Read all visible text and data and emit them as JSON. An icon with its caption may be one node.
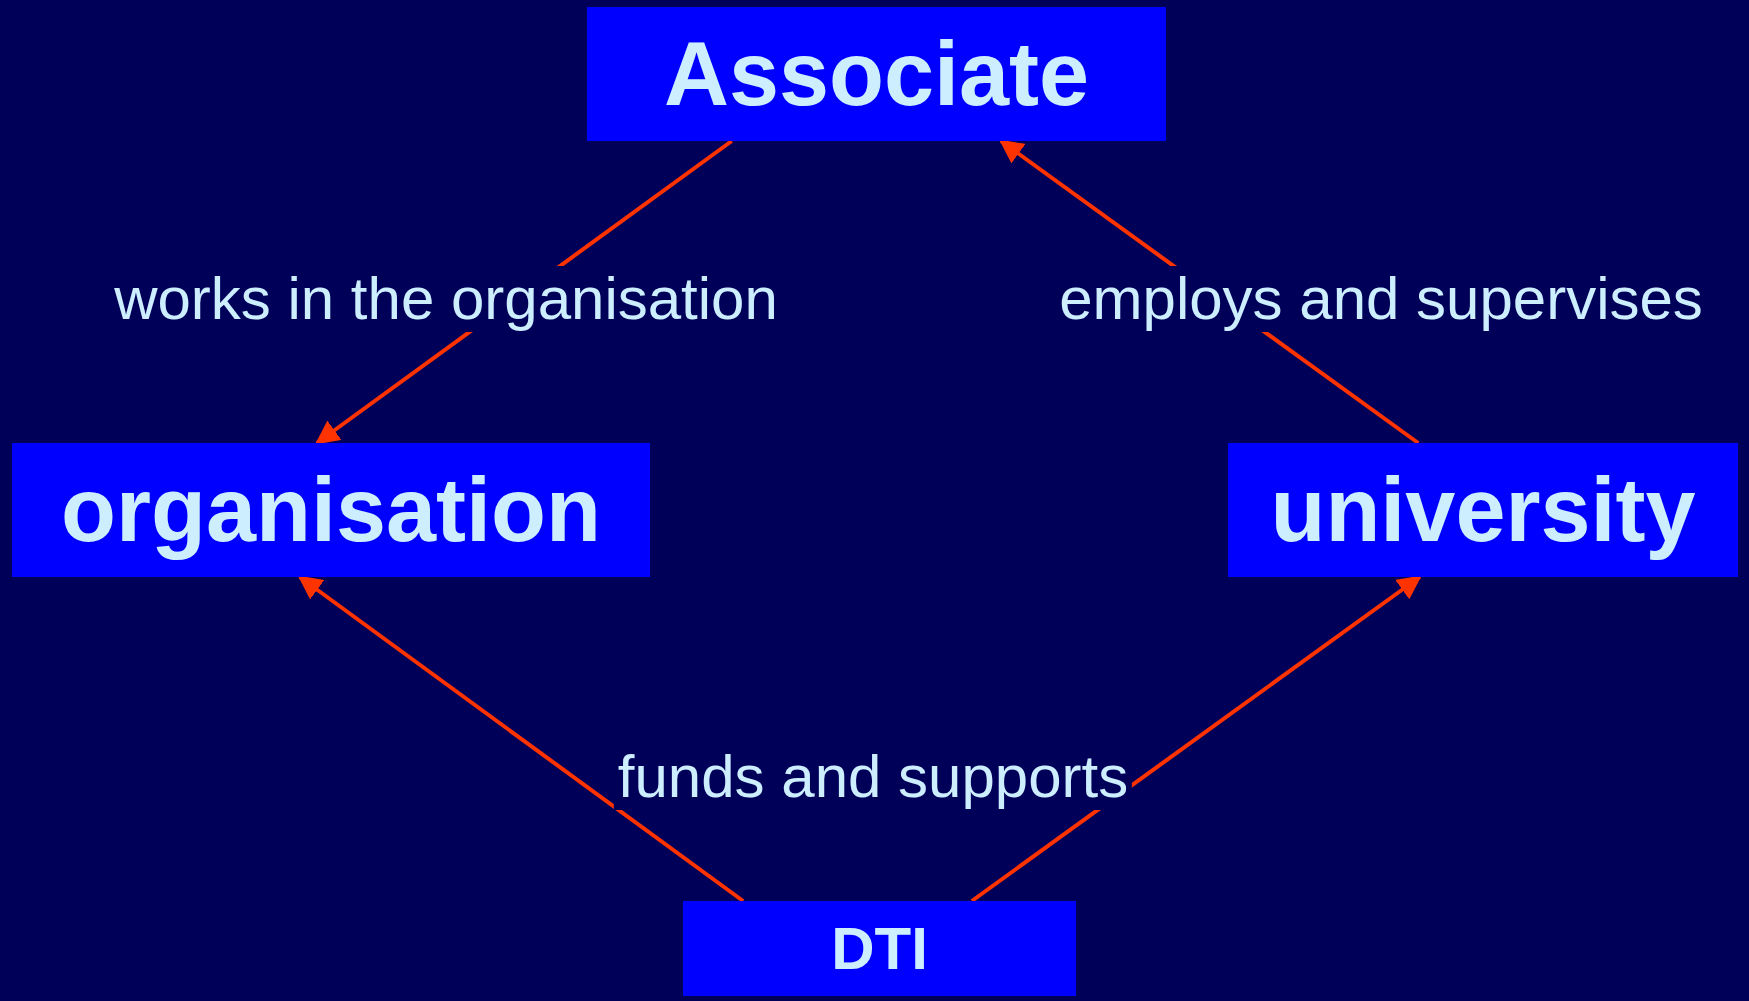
{
  "diagram": {
    "nodes": [
      {
        "text": [
          "Associate"
        ]
      },
      {
        "text": [
          "organisation"
        ]
      },
      {
        "text": [
          "university"
        ]
      },
      {
        "text": [
          "DTI"
        ]
      }
    ],
    "edges": [
      {
        "from": 0,
        "to": 1,
        "arrow": "to",
        "label": "works in the organisation"
      },
      {
        "from": 2,
        "to": 0,
        "arrow": "to",
        "label": "employs and supervises"
      },
      {
        "from": 3,
        "to": 1,
        "arrow": "to",
        "label": "funds and supports"
      },
      {
        "from": 3,
        "to": 2,
        "arrow": "to"
      }
    ]
  }
}
